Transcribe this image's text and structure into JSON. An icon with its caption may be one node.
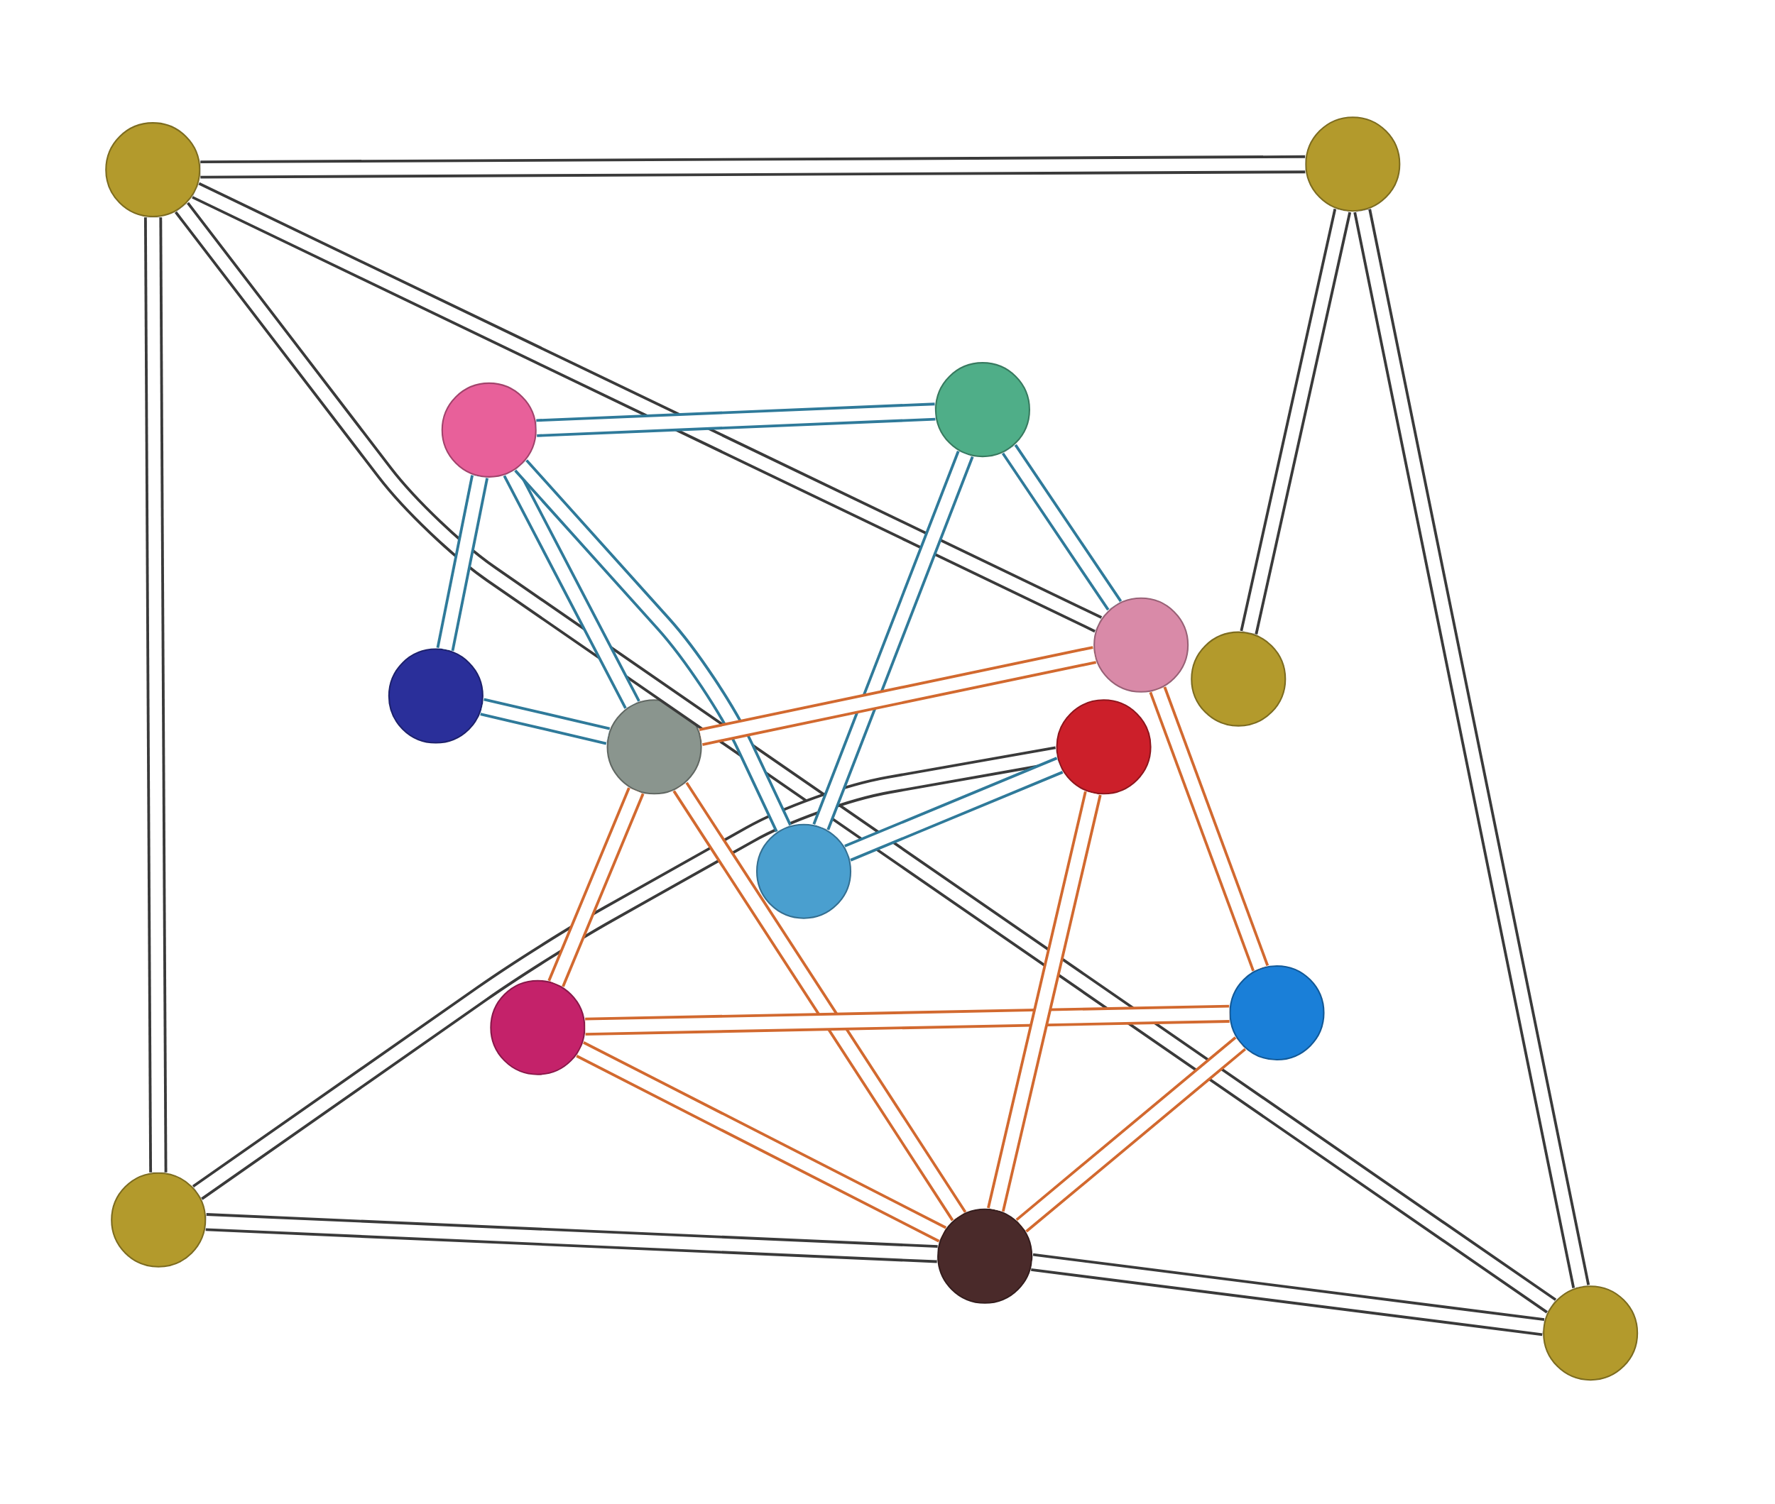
{
  "diagram": {
    "nodes": [
      {
        "text": [],
        "shape": "circle"
      },
      {
        "text": [],
        "shape": "circle"
      },
      {
        "text": [],
        "shape": "circle"
      },
      {
        "text": [],
        "shape": "circle"
      },
      {
        "text": [],
        "shape": "circle"
      },
      {
        "text": [],
        "shape": "circle"
      },
      {
        "text": [],
        "shape": "circle"
      },
      {
        "text": [],
        "shape": "circle"
      },
      {
        "text": [],
        "shape": "circle"
      },
      {
        "text": [],
        "shape": "circle"
      },
      {
        "text": [],
        "shape": "circle"
      },
      {
        "text": [],
        "shape": "circle"
      },
      {
        "text": [],
        "shape": "circle"
      },
      {
        "text": [],
        "shape": "circle"
      },
      {
        "text": [],
        "shape": "circle"
      }
    ],
    "edges": [
      {
        "from": 0,
        "to": 1,
        "arrow": "none"
      },
      {
        "from": 0,
        "to": 12,
        "arrow": "none"
      },
      {
        "from": 0,
        "to": 5,
        "arrow": "none"
      },
      {
        "from": 0,
        "to": 14,
        "arrow": "none"
      },
      {
        "from": 1,
        "to": 6,
        "arrow": "none"
      },
      {
        "from": 1,
        "to": 14,
        "arrow": "none"
      },
      {
        "from": 12,
        "to": 13,
        "arrow": "none"
      },
      {
        "from": 13,
        "to": 14,
        "arrow": "none"
      },
      {
        "from": 12,
        "to": 7,
        "arrow": "none"
      },
      {
        "from": 2,
        "to": 3,
        "arrow": "none",
        "color": "#2f7a9a"
      },
      {
        "from": 2,
        "to": 4,
        "arrow": "none",
        "color": "#2f7a9a"
      },
      {
        "from": 2,
        "to": 8,
        "arrow": "none",
        "color": "#2f7a9a"
      },
      {
        "from": 2,
        "to": 9,
        "arrow": "none",
        "color": "#2f7a9a"
      },
      {
        "from": 3,
        "to": 9,
        "arrow": "none",
        "color": "#2f7a9a"
      },
      {
        "from": 3,
        "to": 5,
        "arrow": "none",
        "color": "#2f7a9a"
      },
      {
        "from": 4,
        "to": 8,
        "arrow": "none",
        "color": "#2f7a9a"
      },
      {
        "from": 9,
        "to": 7,
        "arrow": "none",
        "color": "#2f7a9a"
      },
      {
        "from": 8,
        "to": 5,
        "arrow": "none",
        "color": "#d2692f"
      },
      {
        "from": 8,
        "to": 10,
        "arrow": "none",
        "color": "#d2692f"
      },
      {
        "from": 8,
        "to": 13,
        "arrow": "none",
        "color": "#d2692f"
      },
      {
        "from": 10,
        "to": 11,
        "arrow": "none",
        "color": "#d2692f"
      },
      {
        "from": 10,
        "to": 13,
        "arrow": "none",
        "color": "#d2692f"
      },
      {
        "from": 7,
        "to": 13,
        "arrow": "none",
        "color": "#d2692f"
      },
      {
        "from": 5,
        "to": 11,
        "arrow": "none",
        "color": "#d2692f"
      },
      {
        "from": 11,
        "to": 13,
        "arrow": "none",
        "color": "#d2692f"
      }
    ]
  }
}
